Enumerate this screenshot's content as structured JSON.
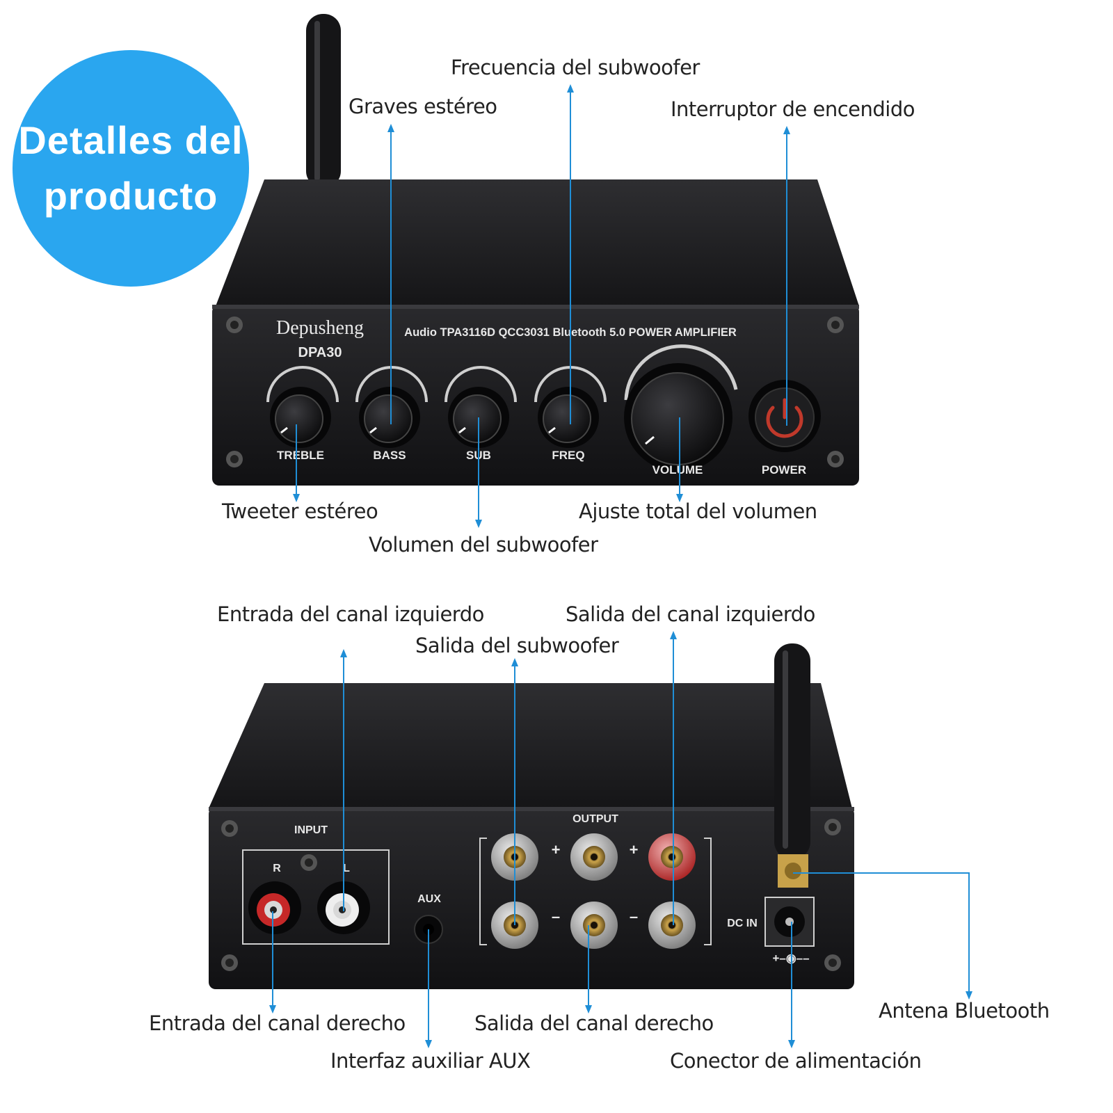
{
  "badge": {
    "line1": "Detalles del",
    "line2": "producto"
  },
  "front_panel": {
    "brand": "Depusheng",
    "model": "DPA30",
    "subtitle": "Audio TPA3116D QCC3031 Bluetooth 5.0 POWER AMPLIFIER",
    "knobs": {
      "treble": "TREBLE",
      "bass": "BASS",
      "sub": "SUB",
      "freq": "FREQ",
      "volume": "VOLUME",
      "power": "POWER"
    }
  },
  "rear_panel": {
    "input": "INPUT",
    "r": "R",
    "l": "L",
    "aux": "AUX",
    "output": "OUTPUT",
    "plus": "+",
    "minus": "–",
    "dc_in": "DC IN",
    "polarity": "+–◉––"
  },
  "callouts": {
    "frecuencia_subwoofer": "Frecuencia del subwoofer",
    "graves_estereo": "Graves estéreo",
    "interruptor_encendido": "Interruptor de encendido",
    "tweeter_estereo": "Tweeter estéreo",
    "ajuste_volumen": "Ajuste total del volumen",
    "volumen_subwoofer": "Volumen del subwoofer",
    "entrada_izquierdo": "Entrada del canal izquierdo",
    "salida_izquierdo": "Salida del canal izquierdo",
    "salida_subwoofer": "Salida del subwoofer",
    "entrada_derecho": "Entrada del canal derecho",
    "salida_derecho": "Salida del canal derecho",
    "antena_bluetooth": "Antena Bluetooth",
    "interfaz_aux": "Interfaz auxiliar AUX",
    "conector_alimentacion": "Conector de alimentación"
  },
  "colors": {
    "badge": "#2aa6ef",
    "leader": "#1f8ed6",
    "chassis": "#1b1b1d",
    "power_ring": "#c0392b"
  }
}
